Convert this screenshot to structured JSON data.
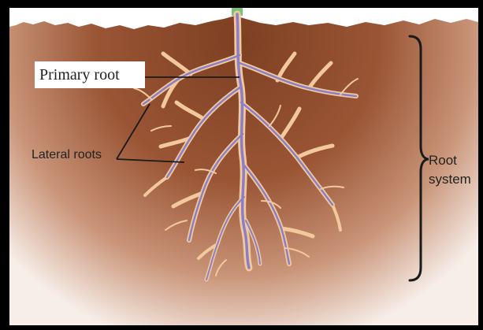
{
  "labels": {
    "primary_root": "Primary root",
    "lateral_roots": "Lateral roots",
    "root_system_line1": "Root",
    "root_system_line2": "system"
  },
  "colors": {
    "frame": "#000000",
    "background": "#ffffff",
    "soil_dark": "#8b4a2b",
    "soil_light": "#f3e7df",
    "root_core": "#8a7fc8",
    "root_sheath": "#f2c99c",
    "stem": "#7cc27a",
    "leader_line": "#1a1a1a"
  }
}
